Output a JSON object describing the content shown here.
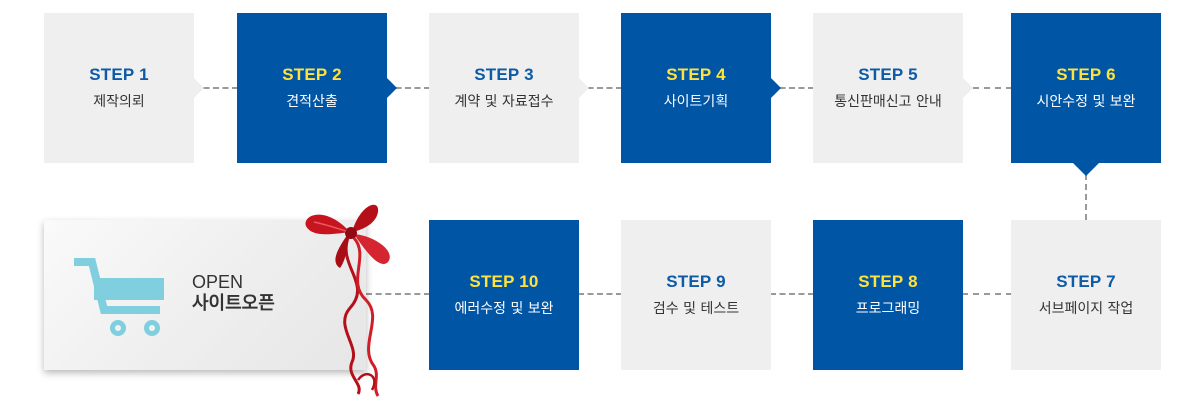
{
  "colors": {
    "dark_box": "#0055a5",
    "light_box": "#efefef",
    "step_on_light": "#0d5aa7",
    "step_on_dark": "#ffe23c",
    "connector": "#9a9a9a",
    "cart": "#7fcfde",
    "ribbon": "#c8141e"
  },
  "steps": [
    {
      "step": "STEP 1",
      "label": "제작의뢰"
    },
    {
      "step": "STEP 2",
      "label": "견적산출"
    },
    {
      "step": "STEP 3",
      "label": "계약 및 자료접수"
    },
    {
      "step": "STEP 4",
      "label": "사이트기획"
    },
    {
      "step": "STEP 5",
      "label": "통신판매신고 안내"
    },
    {
      "step": "STEP 6",
      "label": "시안수정 및 보완"
    },
    {
      "step": "STEP 7",
      "label": "서브페이지 작업"
    },
    {
      "step": "STEP 8",
      "label": "프로그래밍"
    },
    {
      "step": "STEP 9",
      "label": "검수 및 테스트"
    },
    {
      "step": "STEP 10",
      "label": "에러수정 및 보완"
    }
  ],
  "open": {
    "line1": "OPEN",
    "line2": "사이트오픈",
    "icon": "shopping-cart-icon",
    "decoration": "ribbon-bow-icon"
  }
}
